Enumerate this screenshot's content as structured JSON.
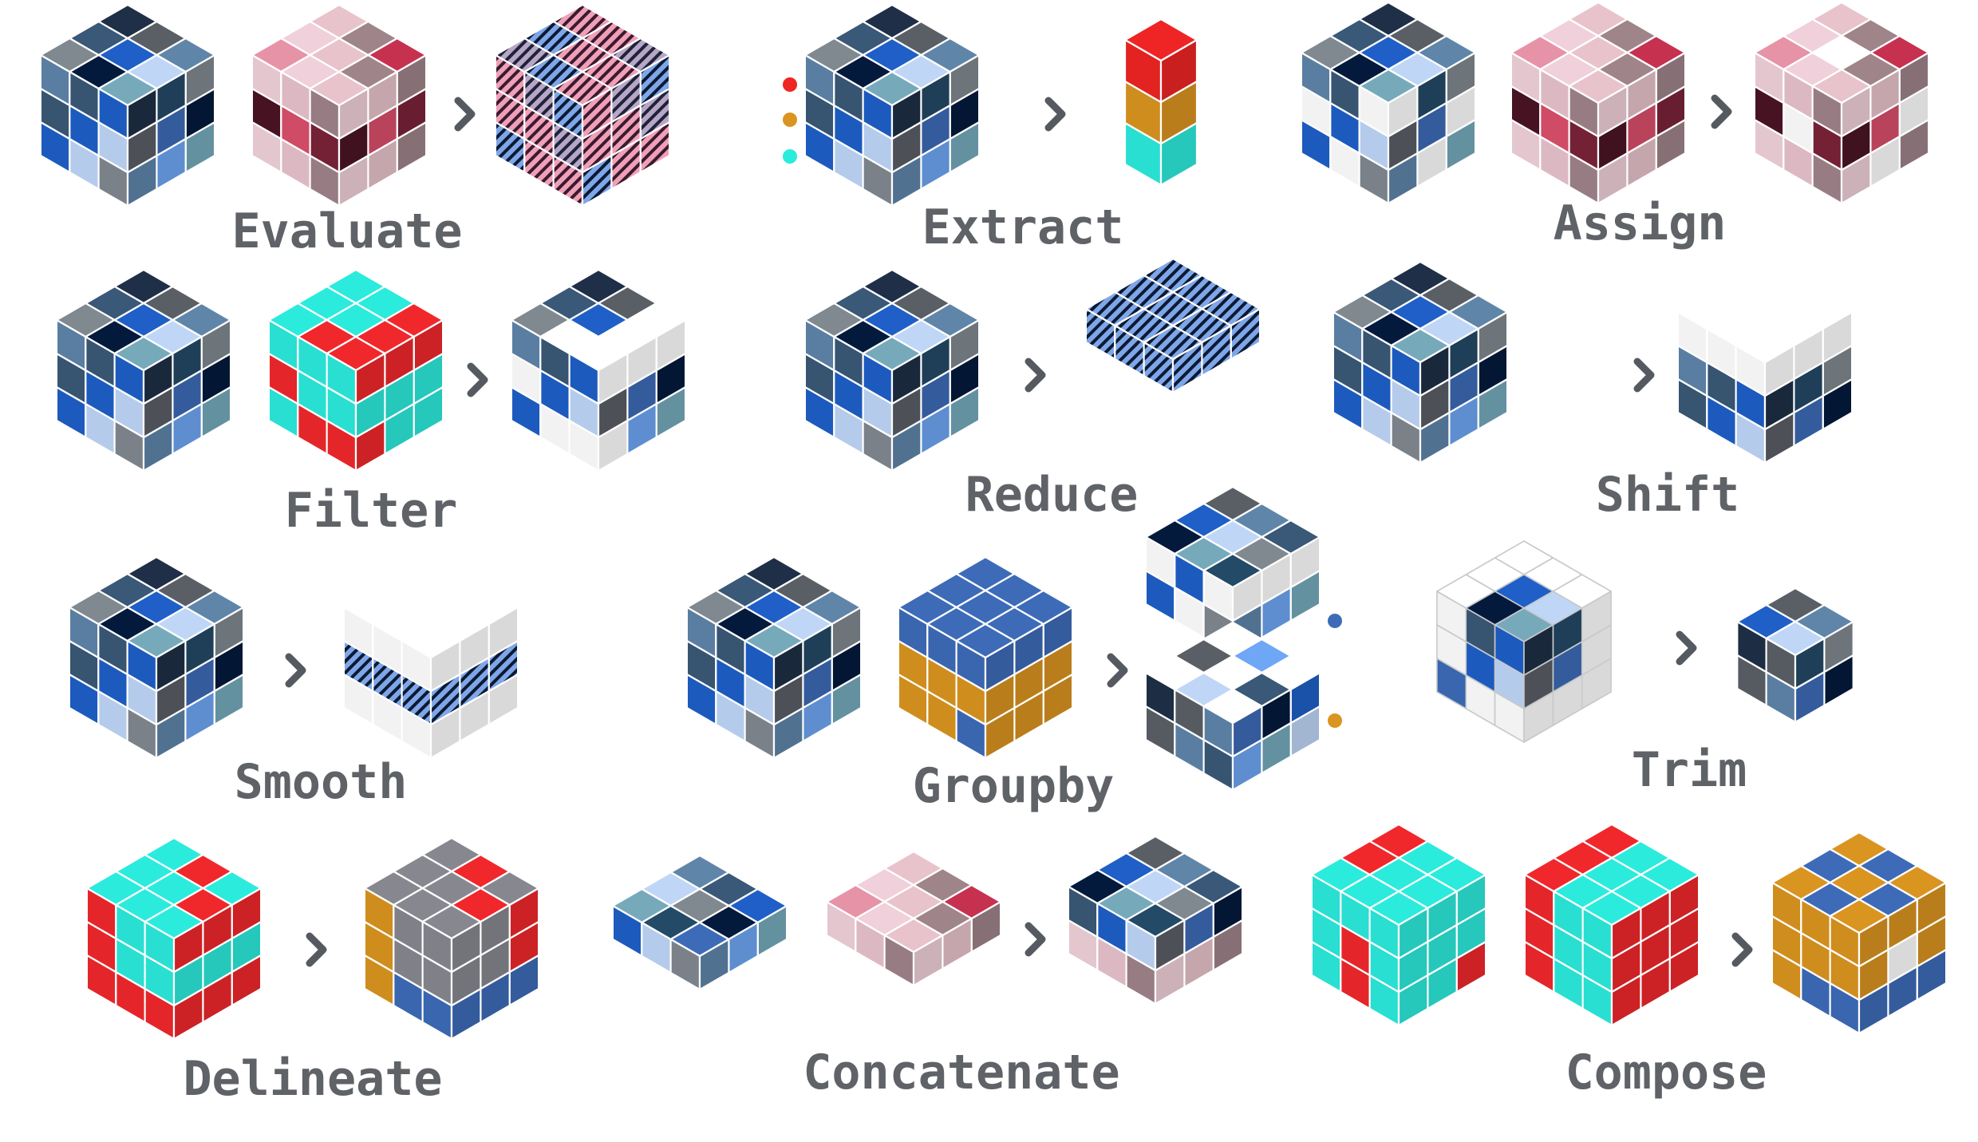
{
  "colors": {
    "blue_scheme": [
      "#6ea7f5",
      "#1f5fc7",
      "#234a66",
      "#5f85a9",
      "#041a3c",
      "#1e2f47",
      "#bfd6f7",
      "#3d6bb8",
      "#3a5877",
      "#76aabb",
      "#5a5f66",
      "#808890"
    ],
    "pink_scheme": [
      "#7a2338",
      "#f2153d",
      "#e8c3cc",
      "#b43a58",
      "#4b1425",
      "#9f848a",
      "#e793a7",
      "#da4f6b",
      "#c73150",
      "#f0d0da"
    ],
    "filter_red": "#f0282c",
    "filter_cyan": "#2bebdc",
    "group_gold": "#da9420",
    "group_blue": "#3d6bb8",
    "delineate_gray": "#87888f",
    "extract_dots": [
      "#ee2524",
      "#da9420",
      "#2bebdc"
    ],
    "groupby_dots": [
      "#3d6bb8",
      "#da9420"
    ],
    "label_color": "#5f6267",
    "arrow_color": "#555a61"
  },
  "icons": {
    "arrow": "chevron-right-icon",
    "cube": "voxel-cube-icon"
  },
  "operations": [
    {
      "id": "evaluate",
      "label": "Evaluate"
    },
    {
      "id": "extract",
      "label": "Extract"
    },
    {
      "id": "assign",
      "label": "Assign"
    },
    {
      "id": "filter",
      "label": "Filter"
    },
    {
      "id": "reduce",
      "label": "Reduce"
    },
    {
      "id": "shift",
      "label": "Shift"
    },
    {
      "id": "smooth",
      "label": "Smooth"
    },
    {
      "id": "groupby",
      "label": "Groupby"
    },
    {
      "id": "trim",
      "label": "Trim"
    },
    {
      "id": "delineate",
      "label": "Delineate"
    },
    {
      "id": "concatenate",
      "label": "Concatenate"
    },
    {
      "id": "compose",
      "label": "Compose"
    }
  ]
}
